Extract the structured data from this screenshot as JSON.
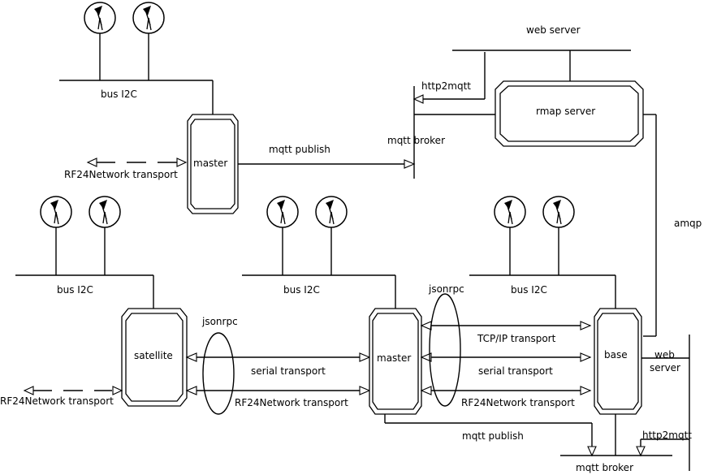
{
  "nodes": {
    "master_top": "master",
    "rmap_server": "rmap server",
    "satellite": "satellite",
    "master_mid": "master",
    "base": "base"
  },
  "labels": {
    "bus_i2c_top": "bus I2C",
    "bus_i2c_left": "bus I2C",
    "bus_i2c_center": "bus I2C",
    "bus_i2c_right": "bus I2C",
    "rf24_top": "RF24Network transport",
    "mqtt_publish_top": "mqtt publish",
    "mqtt_broker_top": "mqtt broker",
    "http2mqtt_top": "http2mqtt",
    "web_server_top": "web server",
    "amqp": "amqp",
    "jsonrpc_left": "jsonrpc",
    "jsonrpc_right": "jsonrpc",
    "serial_transport_left": "serial transport",
    "rf24_transport_left": "RF24Network transport",
    "rf24_outer_left": "RF24Network transport",
    "tcpip_transport": "TCP/IP transport",
    "serial_transport_right": "serial transport",
    "rf24_transport_right": "RF24Network transport",
    "web_server_right_line1": "web",
    "web_server_right_line2": "server",
    "http2mqtt_bottom": "http2mqtt",
    "mqtt_publish_bottom": "mqtt publish",
    "mqtt_broker_bottom": "mqtt broker"
  }
}
